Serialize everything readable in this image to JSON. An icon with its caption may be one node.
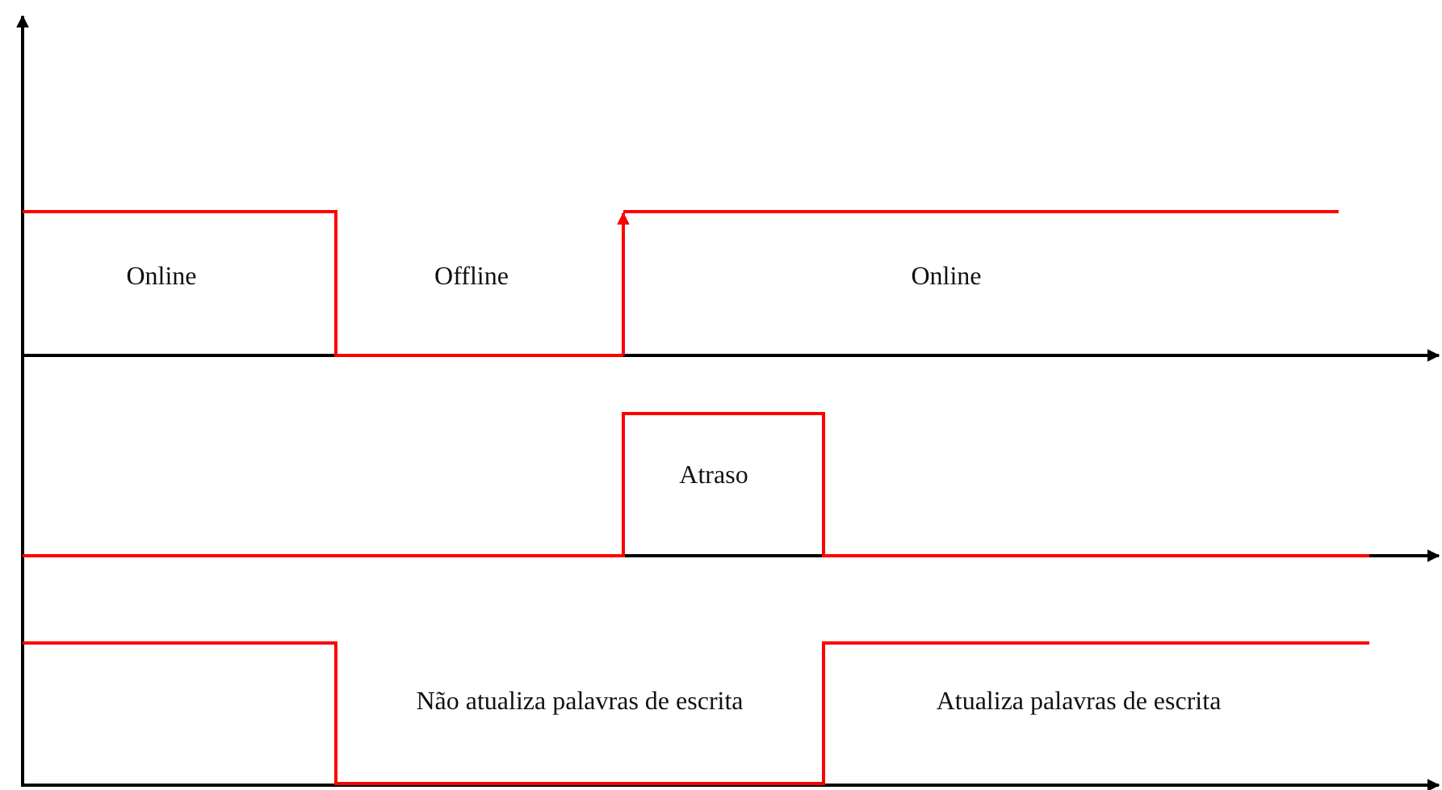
{
  "diagram": {
    "labels": [
      "Online",
      "Offline",
      "Online",
      "Atraso",
      "Não atualiza palavras de escrita",
      "Atualiza palavras de escrita"
    ]
  }
}
